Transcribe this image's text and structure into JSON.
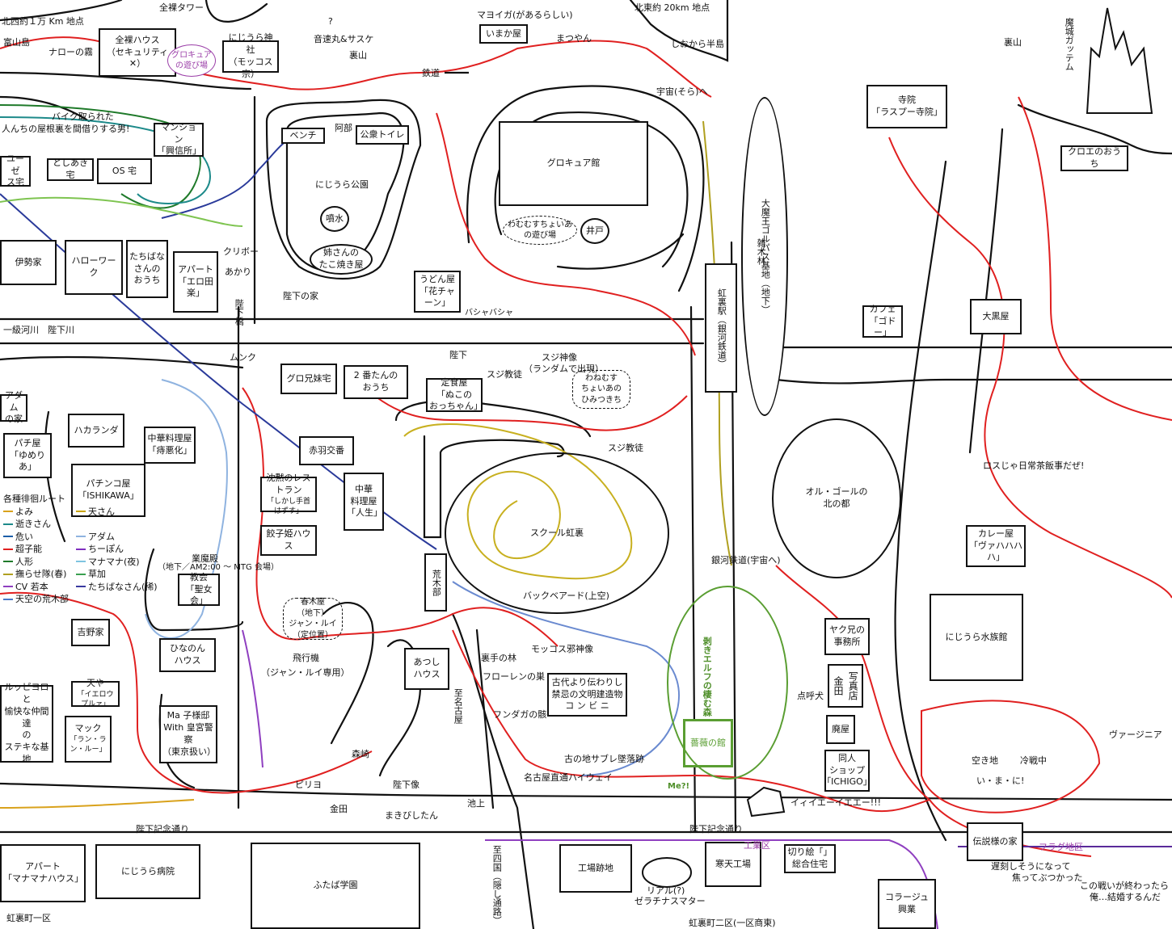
{
  "map": {
    "boxes": [
      {
        "id": "zenra-house",
        "l1": "全裸ハウス",
        "l2": "（セキュリティ✕）"
      },
      {
        "id": "nijiura-shrine",
        "l1": "にじうら神社",
        "l2": "（モッコス宗）"
      },
      {
        "id": "imaka-ya",
        "l1": "いまか屋",
        "l2": ""
      },
      {
        "id": "mansion-koshinjo",
        "l1": "マンション",
        "l2": "「興信所」"
      },
      {
        "id": "toshiaki-house",
        "l1": "としあき宅",
        "l2": ""
      },
      {
        "id": "os-house",
        "l1": "OS 宅",
        "l2": ""
      },
      {
        "id": "yuze-house",
        "l1": "ユーゼ",
        "l2": "ス宅"
      },
      {
        "id": "bench",
        "l1": "ベンチ",
        "l2": ""
      },
      {
        "id": "public-toilet",
        "l1": "公衆トイレ",
        "l2": ""
      },
      {
        "id": "precure-hall",
        "l1": "グロキュア館",
        "l2": ""
      },
      {
        "id": "ise-house",
        "l1": "伊勢家",
        "l2": ""
      },
      {
        "id": "hello-work",
        "l1": "ハローワーク",
        "l2": ""
      },
      {
        "id": "tachibana-house",
        "l1": "たちばな",
        "l2": "さんの",
        "l3": "おうち"
      },
      {
        "id": "apart-erotaraku",
        "l1": "アパート",
        "l2": "「エロ田楽」"
      },
      {
        "id": "udon-ya",
        "l1": "うどん屋",
        "l2": "「花チャーン」"
      },
      {
        "id": "niura-station",
        "l1": "虹裏駅（銀河鉄道）",
        "l2": ""
      },
      {
        "id": "temple",
        "l1": "寺院",
        "l2": "「ラスプー寺院」"
      },
      {
        "id": "kuroe-house",
        "l1": "クロエのおうち",
        "l2": ""
      },
      {
        "id": "cafe-godo",
        "l1": "カフェ",
        "l2": "「ゴドー」"
      },
      {
        "id": "daikoku-ya",
        "l1": "大黒屋",
        "l2": ""
      },
      {
        "id": "adam-house",
        "l1": "アダム",
        "l2": "の家"
      },
      {
        "id": "guro-sisters",
        "l1": "グロ兄妹宅",
        "l2": ""
      },
      {
        "id": "nibantan-house",
        "l1": "2 番たんの",
        "l2": "おうち"
      },
      {
        "id": "teishoku-ya",
        "l1": "定食屋",
        "l2": "「ぬこの",
        "l3": "おっちゃん」"
      },
      {
        "id": "hakaranda",
        "l1": "ハカランダ",
        "l2": ""
      },
      {
        "id": "chuka-ryori",
        "l1": "中華料理屋",
        "l2": "「痔悪化」"
      },
      {
        "id": "pachi-yumeria",
        "l1": "パチ屋",
        "l2": "「ゆめりあ」"
      },
      {
        "id": "pachinko-ishikawa",
        "l1": "パチンコ屋",
        "l2": "「ISHIKAWA」"
      },
      {
        "id": "akabane-koban",
        "l1": "赤羽交番",
        "l2": ""
      },
      {
        "id": "chinmoku-restaurant",
        "l1": "沈黙のレストラン",
        "l2": "「しかし手首はずす」"
      },
      {
        "id": "chuka-jinsei",
        "l1": "中華",
        "l2": "料理屋",
        "l3": "「人生」"
      },
      {
        "id": "gyoza-house",
        "l1": "餃子姫ハウス",
        "l2": ""
      },
      {
        "id": "arakibu",
        "l1": "荒木部",
        "l2": ""
      },
      {
        "id": "kyokai",
        "l1": "教会",
        "l2": "「聖女会」"
      },
      {
        "id": "yoshino-house",
        "l1": "吉野家",
        "l2": ""
      },
      {
        "id": "hinanon-house",
        "l1": "ひなのん",
        "l2": "ハウス"
      },
      {
        "id": "atsushi-house",
        "l1": "あつし",
        "l2": "ハウス"
      },
      {
        "id": "kodai-konbini",
        "l1": "古代より伝わりし",
        "l2": "禁忌の文明建造物",
        "l3": "コ ン ビ ニ"
      },
      {
        "id": "karee-ya",
        "l1": "カレー屋",
        "l2": "「ヴァハハハハ」"
      },
      {
        "id": "suizokukan",
        "l1": "にじうら水族館",
        "l2": ""
      },
      {
        "id": "yakuza-office",
        "l1": "ヤク兄の",
        "l2": "事務所"
      },
      {
        "id": "haioku",
        "l1": "廃屋",
        "l2": ""
      },
      {
        "id": "doujin-shop",
        "l1": "同人",
        "l2": "ショップ",
        "l3": "「ICHIGO」"
      },
      {
        "id": "tenya",
        "l1": "天や",
        "l2": "「イエロウプルァ」"
      },
      {
        "id": "mac",
        "l1": "マック",
        "l2": "「ラン・ラン・ルー」"
      },
      {
        "id": "ruppiyoro",
        "l1": "ルッピヨロと",
        "l2": "愉快な仲間達",
        "l3": "の",
        "l4": "ステキな基地"
      },
      {
        "id": "ma-kobe",
        "l1": "Ma 子様邸",
        "l2": "With 皇宮警察",
        "l3": "（東京扱い）"
      },
      {
        "id": "apart-manamana",
        "l1": "アパート",
        "l2": "「マナマナハウス」"
      },
      {
        "id": "nijiura-hospital",
        "l1": "にじうら病院",
        "l2": ""
      },
      {
        "id": "futaba-gakuen",
        "l1": "ふたば学園",
        "l2": ""
      },
      {
        "id": "factory-ruins",
        "l1": "工場跡地",
        "l2": ""
      },
      {
        "id": "kanten-factory",
        "l1": "寒天工場",
        "l2": ""
      },
      {
        "id": "kirie-jutaku",
        "l1": "切り絵「」",
        "l2": "総合住宅"
      },
      {
        "id": "densetsu-house",
        "l1": "伝説様の家",
        "l2": ""
      },
      {
        "id": "collage-kogyo",
        "l1": "コラージュ",
        "l2": "興業"
      },
      {
        "id": "rose-mansion",
        "l1": "薔薇の館",
        "l2": ""
      },
      {
        "id": "kaneda-photo",
        "l1": "金田",
        "l2": "写真店"
      }
    ],
    "ovals": [
      {
        "id": "fountain",
        "l1": "噴水"
      },
      {
        "id": "takoyaki",
        "l1": "姉さんの",
        "l2": "たこ焼き屋"
      },
      {
        "id": "well",
        "l1": "井戸"
      },
      {
        "id": "golpas-base",
        "l1": "大魔王ゴルパス基地",
        "l2": "（地下）"
      },
      {
        "id": "orgol",
        "l1": "オル・ゴールの",
        "l2": "北の都"
      },
      {
        "id": "school",
        "l1": "スクール虹裏"
      },
      {
        "id": "precure-playground",
        "l1": "グロキュア",
        "l2": "の遊び場"
      },
      {
        "id": "wamusu-playground",
        "l1": "わむむすちょいあ",
        "l2": "の遊び場"
      },
      {
        "id": "wamusu-secret",
        "l1": "わねむす",
        "l2": "ちょいあの",
        "l3": "ひみつきち"
      },
      {
        "id": "harunoki",
        "l1": "春木屋",
        "l2": "（地下）",
        "l3": "ジャン・ルイ",
        "l4": "（定位置）"
      }
    ],
    "labels": [
      {
        "id": "nw-point",
        "t": "北西約１万 Km 地点"
      },
      {
        "id": "tomiyama",
        "t": "富山島"
      },
      {
        "id": "naro-fog",
        "t": "ナローの霧"
      },
      {
        "id": "zenra-tower",
        "t": "全裸タワー"
      },
      {
        "id": "onsoku",
        "t": "音速丸&サスケ"
      },
      {
        "id": "urayama1",
        "t": "裏山"
      },
      {
        "id": "mayoiga",
        "t": "マヨイガ(があるらしい)"
      },
      {
        "id": "matsuyan",
        "t": "まつやん"
      },
      {
        "id": "ne-point",
        "t": "北東約 20km 地点"
      },
      {
        "id": "shiokara",
        "t": "しおから半島"
      },
      {
        "id": "urayama2",
        "t": "裏山"
      },
      {
        "id": "makyo",
        "t": "魔城ガッテム"
      },
      {
        "id": "tetsudo",
        "t": "鉄道"
      },
      {
        "id": "uchu",
        "t": "宇宙(そら)へ"
      },
      {
        "id": "bike",
        "t": "バイク取られた"
      },
      {
        "id": "bike2",
        "t": "人んちの屋根裏を間借りする男!"
      },
      {
        "id": "abe",
        "t": "阿部"
      },
      {
        "id": "nijiura-park",
        "t": "にじうら公園"
      },
      {
        "id": "kuribo",
        "t": "クリボー"
      },
      {
        "id": "akari",
        "t": "あかり"
      },
      {
        "id": "heika-bridge",
        "t": "陛下橋"
      },
      {
        "id": "heika-house",
        "t": "陛下の家"
      },
      {
        "id": "river",
        "t": "一級河川　陛下川"
      },
      {
        "id": "munku",
        "t": "ムンク"
      },
      {
        "id": "basha",
        "t": "バシャバシャ"
      },
      {
        "id": "heika1",
        "t": "陛下"
      },
      {
        "id": "suji-god",
        "t": "スジ神像"
      },
      {
        "id": "suji-god2",
        "t": "（ランダムで出現）"
      },
      {
        "id": "suji-kyoto",
        "t": "スジ教徒"
      },
      {
        "id": "suji-kyoto2",
        "t": "スジ教徒"
      },
      {
        "id": "zoki",
        "t": "雑木林"
      },
      {
        "id": "ros",
        "t": "ロスじゃ日常茶飯事だぜ!"
      },
      {
        "id": "routes-title",
        "t": "各種徘徊ルート"
      },
      {
        "id": "gyomaden",
        "t": "業魔殿"
      },
      {
        "id": "gyomaden2",
        "t": "（地下／AM2:00 ～ MTG 会場）"
      },
      {
        "id": "ginga",
        "t": "銀河鉄道(宇宙へ)"
      },
      {
        "id": "backbeard",
        "t": "バックベアード(上空)"
      },
      {
        "id": "hikoki",
        "t": "飛行機"
      },
      {
        "id": "hikoki2",
        "t": "（ジャン・ルイ専用）"
      },
      {
        "id": "urate",
        "t": "裏手の林"
      },
      {
        "id": "mokkosu",
        "t": "モッコス邪神像"
      },
      {
        "id": "florene",
        "t": "フローレンの巣"
      },
      {
        "id": "fundaga",
        "t": "フンダガの骸"
      },
      {
        "id": "sable",
        "t": "古の地サブレ墜落跡"
      },
      {
        "id": "shi-nagoya",
        "t": "至名古屋"
      },
      {
        "id": "hayway",
        "t": "名古屋直通ハイウェイ"
      },
      {
        "id": "elf-forest",
        "t": "剥きエルフの棲む森"
      },
      {
        "id": "tenkoinu",
        "t": "点呼犬"
      },
      {
        "id": "virginia",
        "t": "ヴァージニア"
      },
      {
        "id": "akichi",
        "t": "空き地"
      },
      {
        "id": "reisen",
        "t": "冷戦中"
      },
      {
        "id": "imanani",
        "t": "い・ま・に!"
      },
      {
        "id": "morisaki",
        "t": "森崎"
      },
      {
        "id": "piriyo",
        "t": "ピリヨ"
      },
      {
        "id": "heika-zo",
        "t": "陛下像"
      },
      {
        "id": "kaneda",
        "t": "金田"
      },
      {
        "id": "makibishi",
        "t": "まきびしたん"
      },
      {
        "id": "ikegami",
        "t": "池上"
      },
      {
        "id": "me",
        "t": "Me?!"
      },
      {
        "id": "iiie",
        "t": "イィイエーイエエー!!!"
      },
      {
        "id": "kinen1",
        "t": "陛下記念通り"
      },
      {
        "id": "kinen2",
        "t": "陛下記念通り"
      },
      {
        "id": "kogyoku",
        "t": "工業区"
      },
      {
        "id": "flag",
        "t": "フラグ地区"
      },
      {
        "id": "real",
        "t": "リアル(?)"
      },
      {
        "id": "real2",
        "t": "ゼラチナスマター"
      },
      {
        "id": "chikoku",
        "t": "遅刻しそうになって"
      },
      {
        "id": "chikoku2",
        "t": "焦ってぶつかった"
      },
      {
        "id": "kekkon",
        "t": "この戦いが終わったら"
      },
      {
        "id": "kekkon2",
        "t": "俺…結婚するんだ"
      },
      {
        "id": "town1",
        "t": "虹裏町一区"
      },
      {
        "id": "town2",
        "t": "虹裏町二区(一区商東)"
      },
      {
        "id": "shisikoku",
        "t": "至四国（隠し通路）"
      },
      {
        "id": "q-mark",
        "t": "?"
      }
    ],
    "legend": {
      "title": "各種徘徊ルート",
      "items": [
        {
          "name": "よみ",
          "color": "#d9a21c"
        },
        {
          "name": "天さん",
          "color": "#caa400"
        },
        {
          "name": "逝きさん",
          "color": "#1d8a8a"
        },
        {
          "name": "危い",
          "color": "#1c5ea8"
        },
        {
          "name": "アダム",
          "color": "#8fb3e0"
        },
        {
          "name": "超子能",
          "color": "#e02020"
        },
        {
          "name": "ちーぽん",
          "color": "#7f2fbf"
        },
        {
          "name": "人形",
          "color": "#1f7a2a"
        },
        {
          "name": "マナマナ(夜)",
          "color": "#7ec4e0"
        },
        {
          "name": "撫らせ隊(春)",
          "color": "#b0a020"
        },
        {
          "name": "草加",
          "color": "#3aa050"
        },
        {
          "name": "CV 若本",
          "color": "#8f3fc0"
        },
        {
          "name": "たちばなさん(稀)",
          "color": "#3a3aa0"
        },
        {
          "name": "天空の荒木部",
          "color": "#4a78c8"
        }
      ]
    }
  }
}
